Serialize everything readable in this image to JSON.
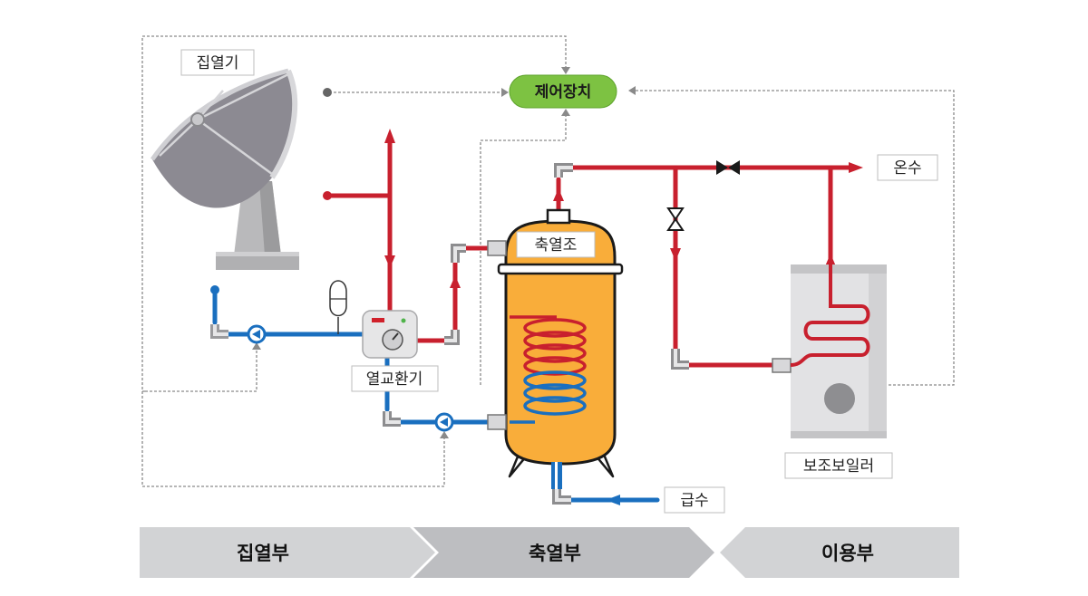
{
  "labels": {
    "collector": "집열기",
    "controller": "제어장치",
    "hot_water": "온수",
    "tank": "축열조",
    "heat_exchanger": "열교환기",
    "aux_boiler": "보조보일러",
    "water_supply": "급수"
  },
  "sections": [
    {
      "label": "집열부"
    },
    {
      "label": "축열부"
    },
    {
      "label": "이용부"
    }
  ],
  "colors": {
    "hot_pipe": "#c8202e",
    "cold_pipe": "#1a6fbf",
    "tank_fill": "#f9ad3a",
    "controller_fill": "#7dc242",
    "band_fill": "#d2d3d5",
    "signal_line": "#8a8a8a"
  }
}
